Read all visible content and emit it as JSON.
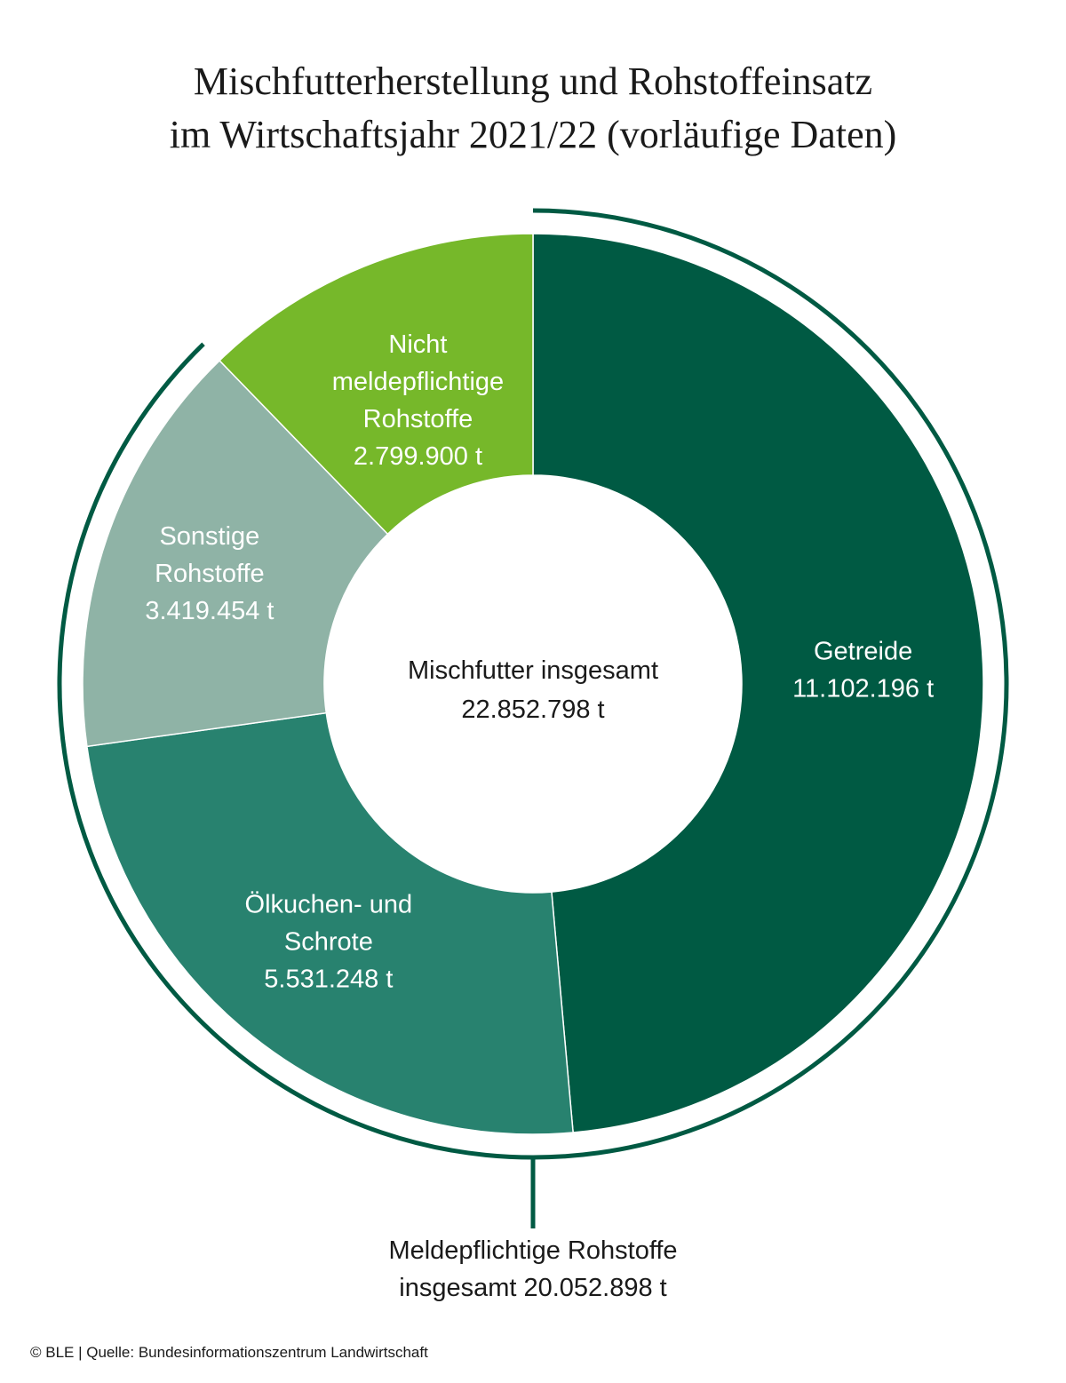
{
  "chart_data": {
    "type": "pie",
    "variant": "donut",
    "title_lines": [
      "Mischfutterherstellung und Rohstoffeinsatz",
      "im Wirtschaftsjahr 2021/22 (vorläufige Daten)"
    ],
    "center_label": [
      "Mischfutter insgesamt",
      "22.852.798 t"
    ],
    "slices": [
      {
        "name": "Getreide",
        "label_lines": [
          "Getreide",
          "11.102.196 t"
        ],
        "value": 11102196,
        "color": "#005a43",
        "text_color": "#ffffff"
      },
      {
        "name": "Ölkuchen- und Schrote",
        "label_lines": [
          "Ölkuchen- und",
          "Schrote",
          "5.531.248 t"
        ],
        "value": 5531248,
        "color": "#28826f",
        "text_color": "#ffffff"
      },
      {
        "name": "Sonstige Rohstoffe",
        "label_lines": [
          "Sonstige",
          "Rohstoffe",
          "3.419.454 t"
        ],
        "value": 3419454,
        "color": "#8fb3a6",
        "text_color": "#ffffff"
      },
      {
        "name": "Nicht meldepflichtige Rohstoffe",
        "label_lines": [
          "Nicht",
          "meldepflichtige",
          "Rohstoffe",
          "2.799.900 t"
        ],
        "value": 2799900,
        "color": "#76b82a",
        "text_color": "#ffffff"
      }
    ],
    "bracket": {
      "label_lines": [
        "Meldepflichtige Rohstoffe",
        "insgesamt 20.052.898 t"
      ],
      "covers": [
        "Getreide",
        "Ölkuchen- und Schrote",
        "Sonstige Rohstoffe"
      ],
      "color": "#005a43"
    }
  },
  "footer": "© BLE | Quelle: Bundesinformationszentrum Landwirtschaft"
}
